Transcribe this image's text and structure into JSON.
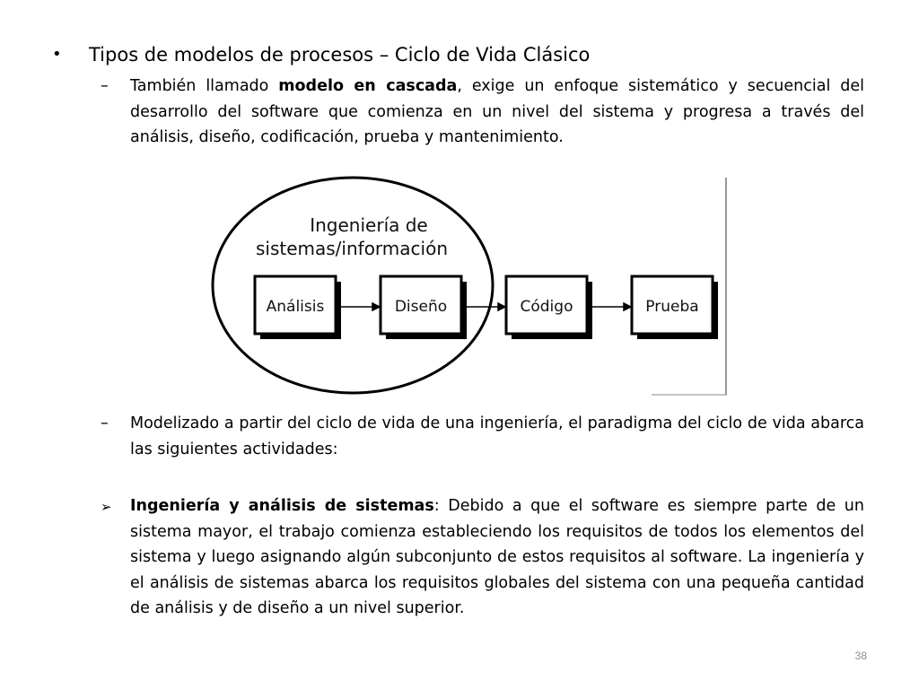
{
  "slide": {
    "main_bullet": {
      "marker": "•",
      "text": "Tipos de modelos de procesos – Ciclo de Vida Clásico"
    },
    "sub_item_1": {
      "marker": "–",
      "pre": "También llamado ",
      "bold": "modelo en cascada",
      "post": ", exige un enfoque sistemático y secuencial del desarrollo del software que comienza en un nivel del sistema y progresa a través del análisis, diseño, codificación, prueba y mantenimiento."
    },
    "diagram": {
      "ellipse_label_line1": "Ingeniería de",
      "ellipse_label_line2": "sistemas/información",
      "boxes": [
        "Análisis",
        "Diseño",
        "Código",
        "Prueba"
      ]
    },
    "sub_item_2": {
      "marker": "–",
      "text": "Modelizado a partir del ciclo de vida de una ingeniería, el paradigma del ciclo de vida abarca las siguientes actividades:"
    },
    "sub_item_3": {
      "marker": "➢",
      "bold": "Ingeniería y análisis de sistemas",
      "post": ": Debido a que el software es siempre parte de un sistema mayor, el trabajo comienza estableciendo los requisitos de todos los elementos del sistema y luego asignando algún subconjunto de estos requisitos al software. La ingeniería y el análisis de sistemas abarca los requisitos globales del sistema con una pequeña cantidad de análisis y de diseño a un nivel superior."
    },
    "page_number": "38"
  }
}
